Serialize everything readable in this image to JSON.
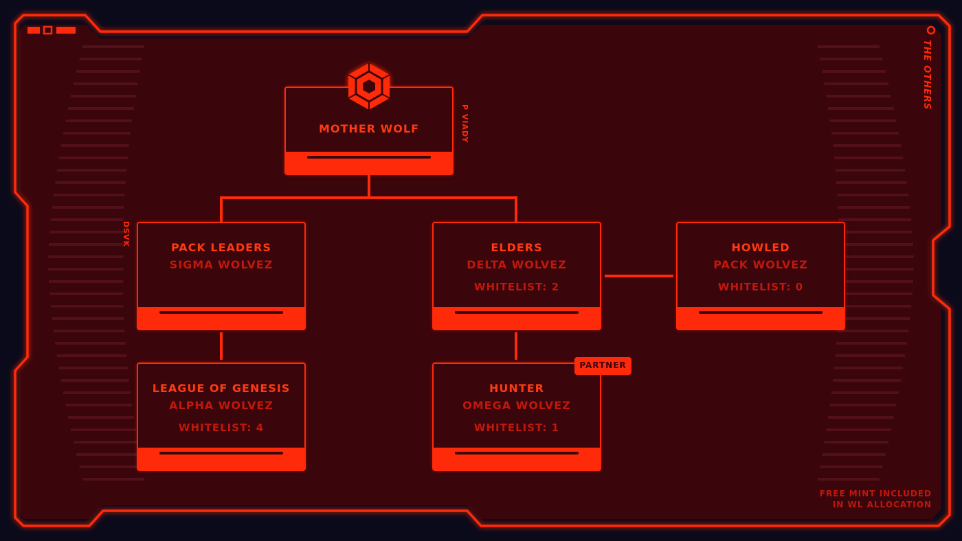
{
  "brand": {
    "side_label": "THE OTHERS"
  },
  "side_codes": {
    "top": "P VIADY",
    "left": "DSVK"
  },
  "nodes": {
    "mother": {
      "title": "MOTHER WOLF"
    },
    "pack_leaders": {
      "title": "PACK LEADERS",
      "subtitle": "SIGMA WOLVEZ"
    },
    "elders": {
      "title": "ELDERS",
      "subtitle": "DELTA WOLVEZ",
      "whitelist": "WHITELIST: 2"
    },
    "howled": {
      "title": "HOWLED",
      "subtitle": "PACK WOLVEZ",
      "whitelist": "WHITELIST: 0"
    },
    "league": {
      "title": "LEAGUE OF GENESIS",
      "subtitle": "ALPHA WOLVEZ",
      "whitelist": "WHITELIST: 4"
    },
    "hunter": {
      "title": "HUNTER",
      "subtitle": "OMEGA WOLVEZ",
      "whitelist": "WHITELIST: 1",
      "badge": "PARTNER"
    }
  },
  "footnote": {
    "line1": "FREE MINT INCLUDED",
    "line2": "IN WL ALLOCATION"
  },
  "colors": {
    "accent": "#ff2a0a",
    "panel": "#3a050b",
    "muted_text": "#c0180d",
    "background": "#0b0a1a"
  },
  "icons": {
    "emblem": "hexagon-emblem-icon"
  }
}
